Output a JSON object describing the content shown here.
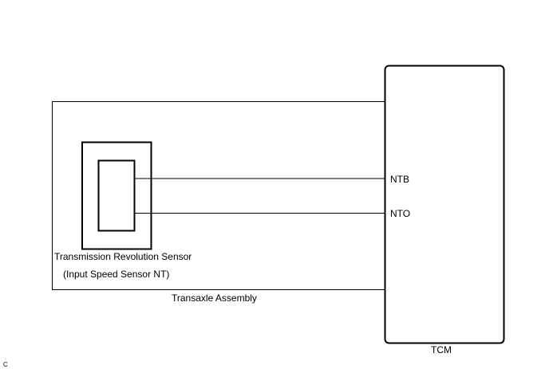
{
  "diagram": {
    "assembly_label": "Transaxle Assembly",
    "sensor_label_line1": "Transmission Revolution Sensor",
    "sensor_label_line2": "(Input Speed Sensor NT)",
    "ecu_label": "TCM",
    "pins": [
      {
        "label": "NTB"
      },
      {
        "label": "NTO"
      }
    ],
    "corner_code": "C"
  }
}
